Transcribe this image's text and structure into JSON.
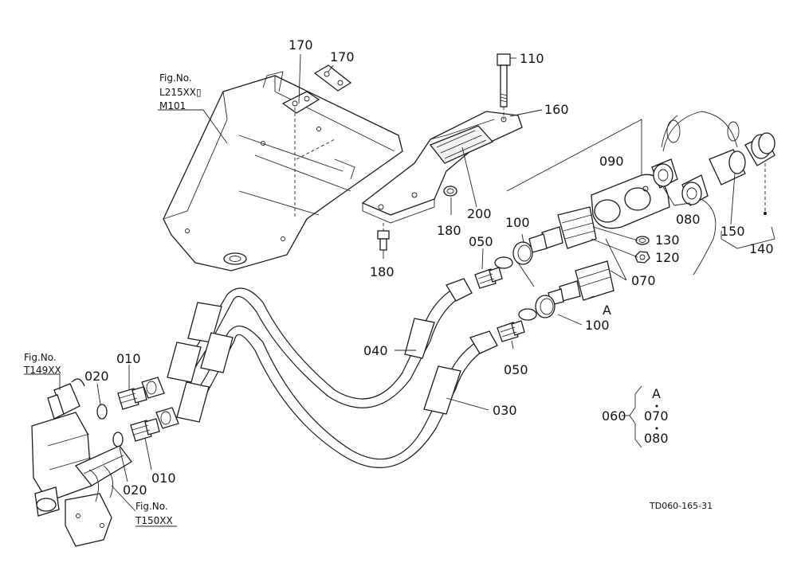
{
  "labels": {
    "p170a": "170",
    "p170b": "170",
    "p110": "110",
    "p160": "160",
    "p090": "090",
    "p200": "200",
    "p180a": "180",
    "p180b": "180",
    "p100a": "100",
    "p050a": "050",
    "p130": "130",
    "p120": "120",
    "p070a": "070",
    "p080": "080",
    "p150": "150",
    "p140": "140",
    "pA": "A",
    "p100b": "100",
    "p040": "040",
    "p050b": "050",
    "p030": "030",
    "p010a": "010",
    "p020a": "020",
    "p010b": "010",
    "p020b": "020",
    "p060": "060",
    "legendA": "A",
    "legend070": "070",
    "legend080": "080"
  },
  "refs": {
    "fig1_title": "Fig.No.",
    "fig1_code1": "L215XX▯",
    "fig1_code2": "M101",
    "fig2_title": "Fig.No.",
    "fig2_code": "T149XX",
    "fig3_title": "Fig.No.",
    "fig3_code": "T150XX"
  },
  "drawing_code": "TD060-165-31"
}
